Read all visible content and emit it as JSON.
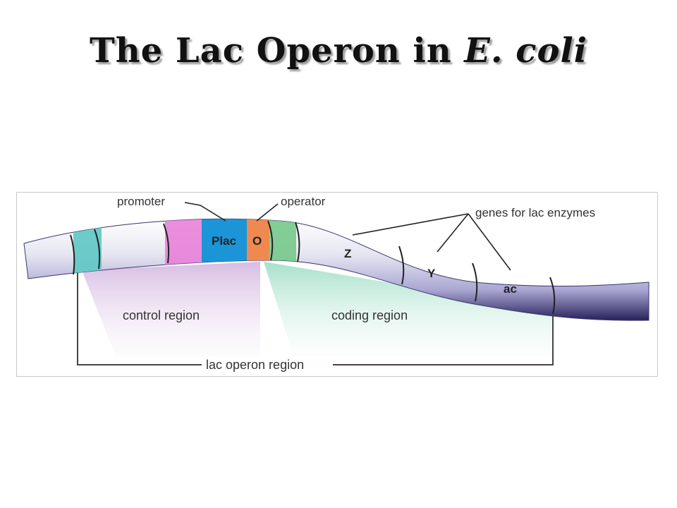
{
  "title": {
    "main": "The Lac Operon in ",
    "organism": "E. coli"
  },
  "diagram": {
    "labels": {
      "promoter": "promoter",
      "operator": "operator",
      "genes": "genes for lac enzymes",
      "plac": "Plac",
      "o": "O",
      "z": "Z",
      "y": "Y",
      "ac": "ac",
      "control_region": "control region",
      "coding_region": "coding region",
      "lac_operon_region": "lac operon region"
    },
    "colors": {
      "dna_top": "#f4f4fa",
      "dna_mid": "#a9a6d2",
      "dna_bottom": "#27215a",
      "cap_segment": "#5ec8c4",
      "pink_segment": "#e77ad7",
      "promoter_segment": "#1b95d8",
      "operator_segment": "#ee8a50",
      "green_segment": "#76c98a",
      "control_shade": "#c9a6d8",
      "coding_shade": "#8fd8bd"
    }
  }
}
